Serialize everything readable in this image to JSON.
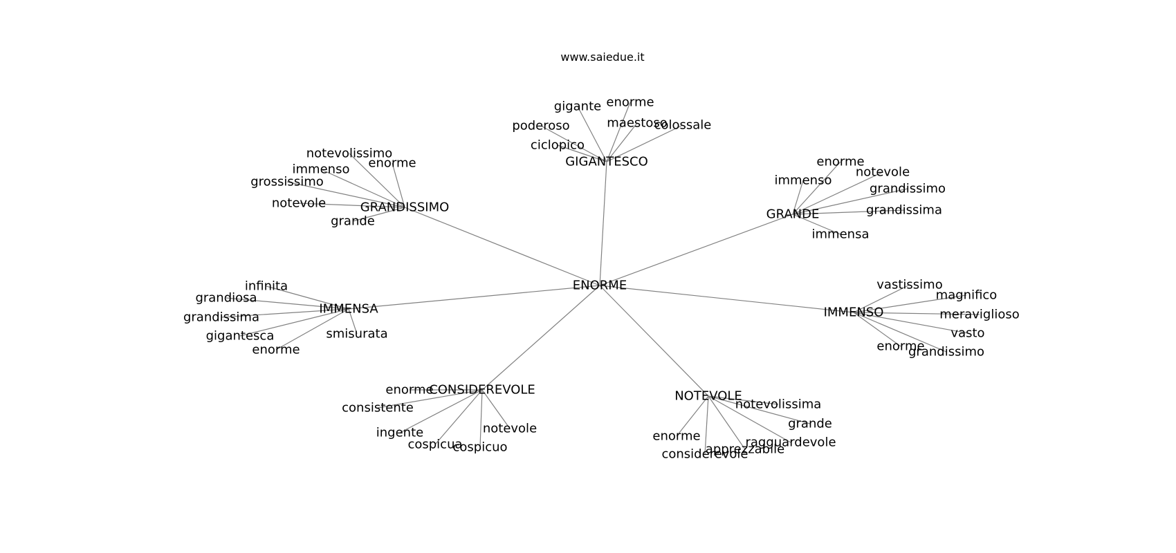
{
  "header": {
    "site": "www.saiedue.it"
  },
  "graph": {
    "root": "ENORME",
    "clusters": [
      {
        "hub": "GIGANTESCO",
        "leaves": [
          "gigante",
          "enorme",
          "poderoso",
          "maestoso",
          "colossale",
          "ciclopico"
        ]
      },
      {
        "hub": "GRANDISSIMO",
        "leaves": [
          "notevolissimo",
          "enorme",
          "immenso",
          "grossissimo",
          "notevole",
          "grande"
        ]
      },
      {
        "hub": "GRANDE",
        "leaves": [
          "enorme",
          "immenso",
          "notevole",
          "grandissimo",
          "grandissima",
          "immensa"
        ]
      },
      {
        "hub": "IMMENSA",
        "leaves": [
          "infinita",
          "grandiosa",
          "grandissima",
          "gigantesca",
          "enorme",
          "smisurata"
        ]
      },
      {
        "hub": "IMMENSO",
        "leaves": [
          "vastissimo",
          "magnifico",
          "meraviglioso",
          "vasto",
          "enorme",
          "grandissimo"
        ]
      },
      {
        "hub": "CONSIDEREVOLE",
        "leaves": [
          "enorme",
          "consistente",
          "ingente",
          "cospicua",
          "cospicuo",
          "notevole"
        ]
      },
      {
        "hub": "NOTEVOLE",
        "leaves": [
          "notevolissima",
          "grande",
          "enorme",
          "ragguardevole",
          "apprezzabile",
          "considerevole"
        ]
      }
    ]
  }
}
